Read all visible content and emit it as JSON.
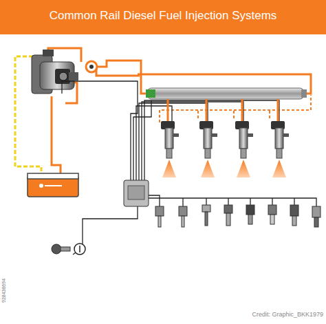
{
  "diagram": {
    "title": "Common Rail Diesel Fuel Injection Systems",
    "labels": [
      "928436694",
      "Credit: Graphic_BKK1979"
    ]
  }
}
